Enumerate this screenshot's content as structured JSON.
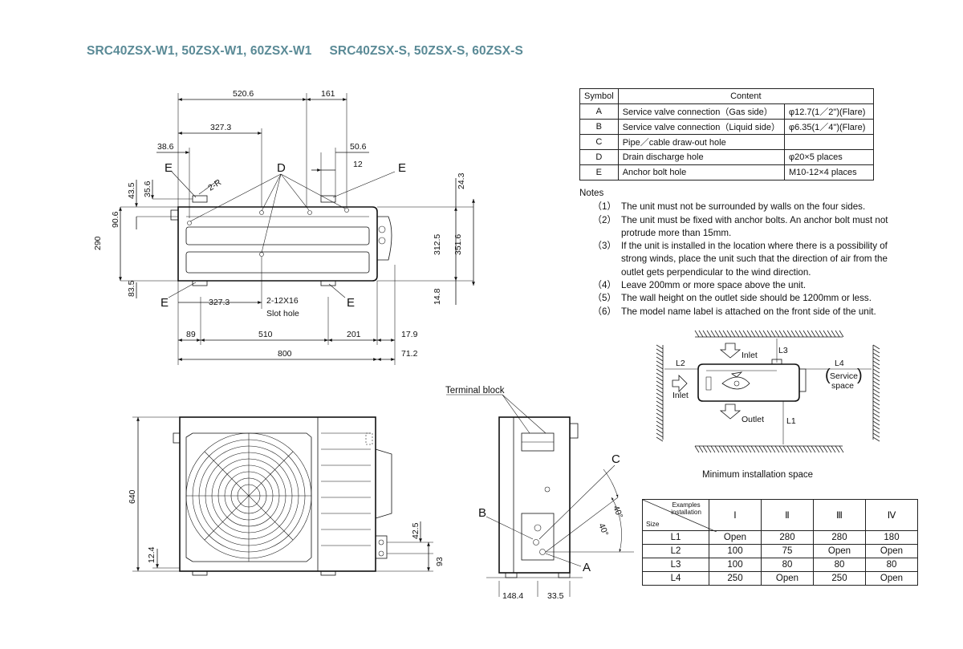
{
  "title": "SRC40ZSX-W1, 50ZSX-W1, 60ZSX-W1     SRC40ZSX-S, 50ZSX-S, 60ZSX-S",
  "top_view": {
    "dims": {
      "d520": "520.6",
      "d161": "161",
      "d327a": "327.3",
      "d38": "38.6",
      "d50": "50.6",
      "d12": "12",
      "d43": "43.5",
      "d35": "35.6",
      "d90": "90.6",
      "d290": "290",
      "d83": "83.5",
      "d24": "24.3",
      "d312": "312.5",
      "d351": "351.6",
      "d14": "14.8",
      "d327b": "327.3",
      "d89": "89",
      "d510": "510",
      "d201": "201",
      "d17": "17.9",
      "d800": "800",
      "d71": "71.2"
    },
    "labels": {
      "E1": "E",
      "E2": "E",
      "E3": "E",
      "E4": "E",
      "D": "D",
      "R": "2-R",
      "slot1": "2-12X16",
      "slot2": "Slot hole"
    }
  },
  "front_view": {
    "dims": {
      "h640": "640",
      "h12": "12.4",
      "h42": "42.5",
      "h93": "93"
    }
  },
  "side_view": {
    "labels": {
      "terminal": "Terminal block",
      "C": "C",
      "B": "B",
      "A": "A",
      "ang1": "40°",
      "ang2": "40°"
    },
    "dims": {
      "w148": "148.4",
      "w33": "33.5"
    }
  },
  "symbol_table": {
    "headers": [
      "Symbol",
      "Content"
    ],
    "rows": [
      {
        "symbol": "A",
        "content": "Service valve connection（Gas side）",
        "spec": "φ12.7(1／2\")(Flare)"
      },
      {
        "symbol": "B",
        "content": "Service valve connection（Liquid side）",
        "spec": "φ6.35(1／4\")(Flare)"
      },
      {
        "symbol": "C",
        "content": "Pipe／cable draw-out hole",
        "spec": ""
      },
      {
        "symbol": "D",
        "content": "Drain discharge hole",
        "spec": "φ20×5 places"
      },
      {
        "symbol": "E",
        "content": "Anchor bolt hole",
        "spec": "M10-12×4 places"
      }
    ]
  },
  "notes": {
    "heading": "Notes",
    "items": [
      {
        "num": "（1）",
        "text": "The unit must not be surrounded by walls on the four sides."
      },
      {
        "num": "（2）",
        "text": "The unit must be fixed with anchor bolts. An anchor bolt must not protrude more than 15mm."
      },
      {
        "num": "（3）",
        "text": "If the unit is installed in the location where there is a possibility of strong winds, place the unit such that the direction of air from the outlet gets perpendicular to the wind direction."
      },
      {
        "num": "（4）",
        "text": "Leave 200mm or more space above the unit."
      },
      {
        "num": "（5）",
        "text": "The wall height on the outlet side should be 1200mm or less."
      },
      {
        "num": "（6）",
        "text": "The model name label is attached on the front side of the unit."
      }
    ]
  },
  "install_diagram": {
    "labels": {
      "inlet_top": "Inlet",
      "l3": "L3",
      "l2": "L2",
      "l4": "L4",
      "inlet_left": "Inlet",
      "service1": "Service",
      "service2": "space",
      "outlet": "Outlet",
      "l1": "L1"
    }
  },
  "min_space": {
    "caption": "Minimum installation space",
    "corner_examples": "Examples installation",
    "corner_size": "Size",
    "columns": [
      "Ⅰ",
      "Ⅱ",
      "Ⅲ",
      "Ⅳ"
    ],
    "rows": [
      {
        "size": "L1",
        "values": [
          "Open",
          "280",
          "280",
          "180"
        ]
      },
      {
        "size": "L2",
        "values": [
          "100",
          "75",
          "Open",
          "Open"
        ]
      },
      {
        "size": "L3",
        "values": [
          "100",
          "80",
          "80",
          "80"
        ]
      },
      {
        "size": "L4",
        "values": [
          "250",
          "Open",
          "250",
          "Open"
        ]
      }
    ]
  }
}
